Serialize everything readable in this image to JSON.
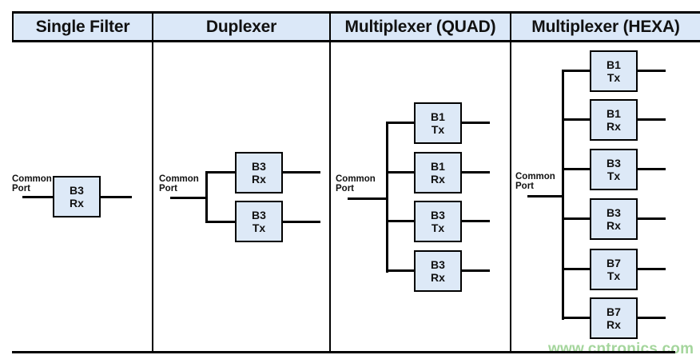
{
  "watermark": "www.cntronics.com",
  "colors": {
    "header_bg": "#dbe8f8",
    "box_bg": "#dde9f7",
    "line": "#000000",
    "header_text": "#111111",
    "watermark_green": "#a5d69d"
  },
  "columns": [
    {
      "header": "Single Filter",
      "common_port": {
        "line1": "Common",
        "line2": "Port"
      },
      "filters": [
        {
          "band": "B3",
          "path": "Rx"
        }
      ]
    },
    {
      "header": "Duplexer",
      "common_port": {
        "line1": "Common",
        "line2": "Port"
      },
      "filters": [
        {
          "band": "B3",
          "path": "Rx"
        },
        {
          "band": "B3",
          "path": "Tx"
        }
      ]
    },
    {
      "header": "Multiplexer (QUAD)",
      "common_port": {
        "line1": "Common",
        "line2": "Port"
      },
      "filters": [
        {
          "band": "B1",
          "path": "Tx"
        },
        {
          "band": "B1",
          "path": "Rx"
        },
        {
          "band": "B3",
          "path": "Tx"
        },
        {
          "band": "B3",
          "path": "Rx"
        }
      ]
    },
    {
      "header": "Multiplexer (HEXA)",
      "common_port": {
        "line1": "Common",
        "line2": "Port"
      },
      "filters": [
        {
          "band": "B1",
          "path": "Tx"
        },
        {
          "band": "B1",
          "path": "Rx"
        },
        {
          "band": "B3",
          "path": "Tx"
        },
        {
          "band": "B3",
          "path": "Rx"
        },
        {
          "band": "B7",
          "path": "Tx"
        },
        {
          "band": "B7",
          "path": "Rx"
        }
      ]
    }
  ]
}
